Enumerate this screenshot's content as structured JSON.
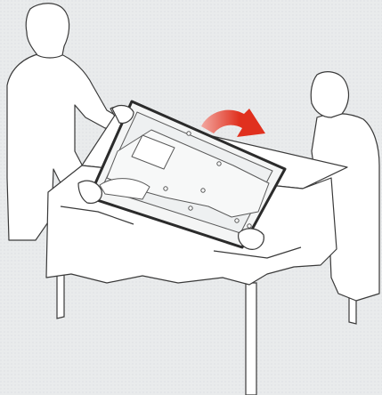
{
  "illustration": {
    "background_color": "#e9ebec",
    "line_color": "#3a3a3a",
    "tv_frame_color": "#2b2b2b",
    "cloth_color": "#ffffff",
    "arrow_color": "#e0301e",
    "figures": [
      "left-person",
      "right-person"
    ],
    "objects": [
      "table",
      "tablecloth",
      "tv-panel",
      "rotation-arrow"
    ],
    "arrow_direction": "flip"
  }
}
